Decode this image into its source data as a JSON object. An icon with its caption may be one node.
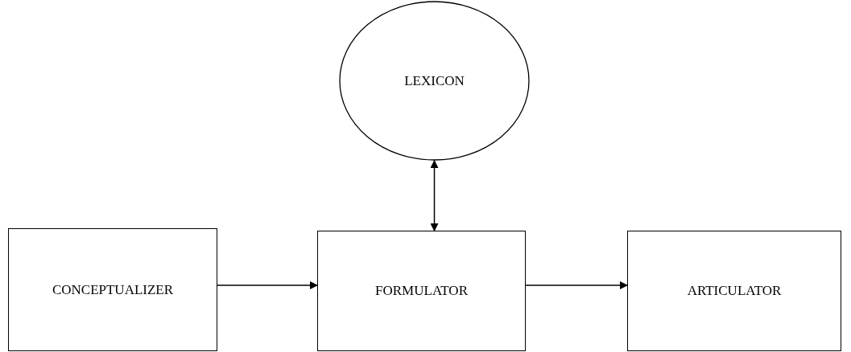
{
  "diagram": {
    "nodes": [
      {
        "text": [
          "LEXICON"
        ]
      },
      {
        "text": [
          "CONCEPTUALIZER"
        ]
      },
      {
        "text": [
          "FORMULATOR"
        ]
      },
      {
        "text": [
          "ARTICULATOR"
        ]
      }
    ],
    "edges": [
      {
        "from": 0,
        "to": 2,
        "arrow": "both"
      },
      {
        "from": 1,
        "to": 2,
        "arrow": "to"
      },
      {
        "from": 2,
        "to": 3,
        "arrow": "to"
      }
    ]
  }
}
